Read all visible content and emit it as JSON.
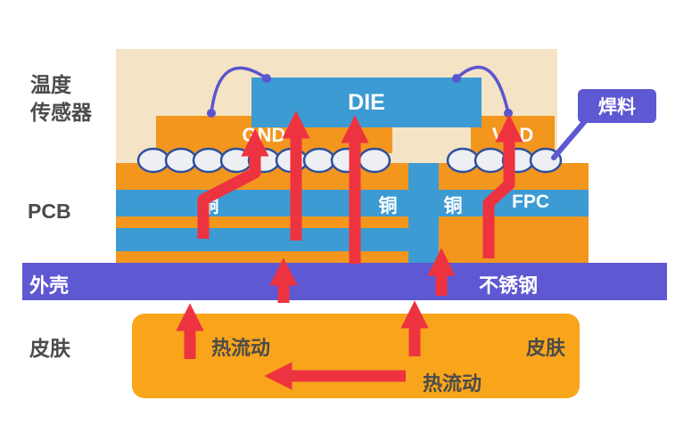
{
  "colors": {
    "pcb_orange": "#F2961E",
    "skin_orange": "#F9A51B",
    "copper_blue": "#3D9BD3",
    "shell_purple": "#5E58D3",
    "heat_red": "#EE3340",
    "package_beige": "#F4E3C5",
    "text_dark": "#4B4B4B",
    "solder_outline": "#2D4F9E"
  },
  "left_labels": {
    "sensor_line1": "温度",
    "sensor_line2": "传感器",
    "pcb": "PCB",
    "shell": "外壳",
    "skin": "皮肤"
  },
  "package": {
    "die": "DIE",
    "gnd": "GND",
    "vdd": "VDD",
    "solder_callout": "焊料"
  },
  "pcb": {
    "copper": [
      "铜",
      "铜",
      "铜"
    ],
    "fpc": "FPC"
  },
  "shell": {
    "stainless": "不锈钢"
  },
  "skin": {
    "heat_flow_upper": "热流动",
    "skin_label": "皮肤",
    "heat_flow_lower": "热流动"
  }
}
